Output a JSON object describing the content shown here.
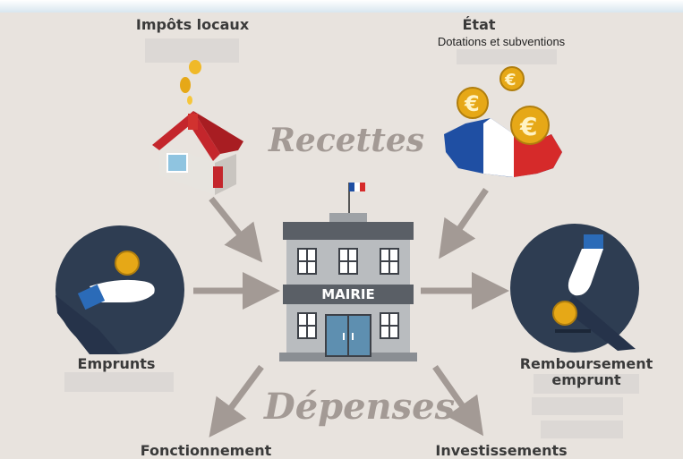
{
  "labels": {
    "impots_locaux": "Impôts locaux",
    "etat": "État",
    "etat_sub": "Dotations et subventions",
    "emprunts": "Emprunts",
    "remboursement": "Remboursement emprunt",
    "fonctionnement": "Fonctionnement",
    "investissements": "Investissements",
    "recettes": "Recettes",
    "depenses": "Dépenses",
    "mairie": "MAIRIE"
  },
  "icons": {
    "house": "house-coin-icon",
    "france": "france-map-euro-icon",
    "emprunts": "hand-coin-icon",
    "remboursement": "hand-drop-coin-icon",
    "mairie": "town-hall-icon",
    "flag": "french-flag-icon"
  },
  "colors": {
    "background": "#e8e3de",
    "arrow": "#a39a95",
    "circle": "#2e3d52",
    "building": "#b9bcbf",
    "accent_gold": "#e6a817"
  }
}
